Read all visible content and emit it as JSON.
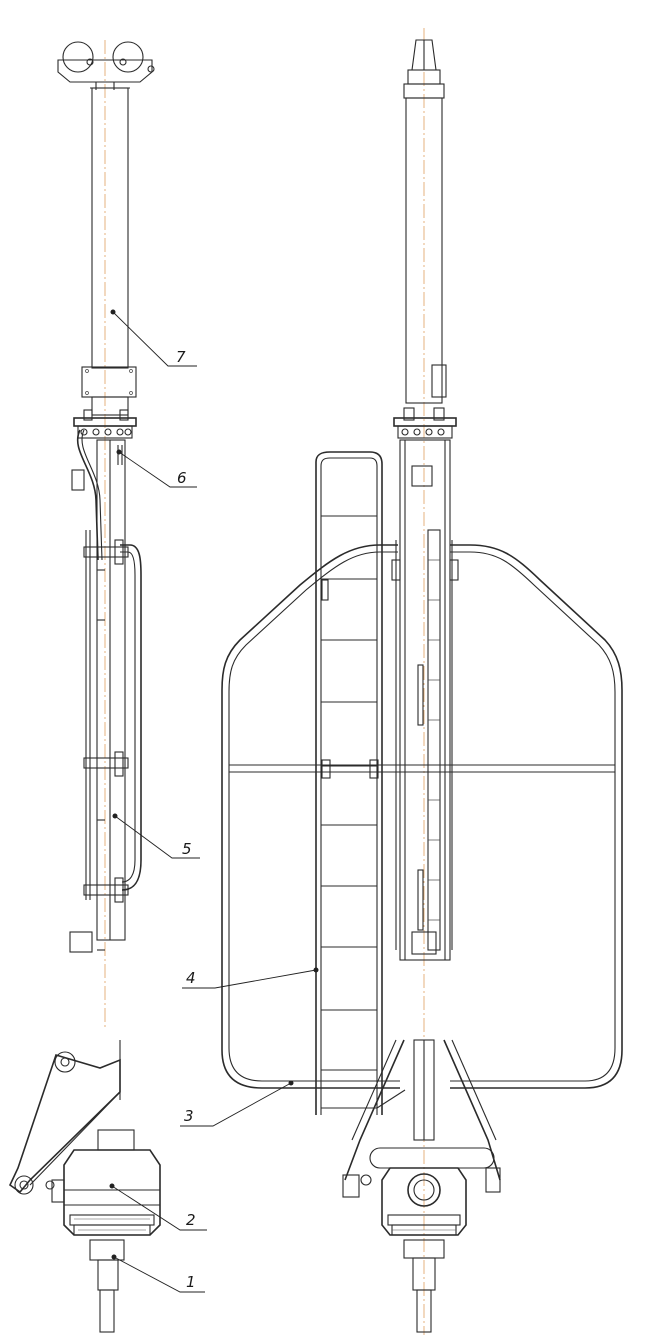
{
  "callouts": [
    {
      "id": "1",
      "label": "1"
    },
    {
      "id": "2",
      "label": "2"
    },
    {
      "id": "3",
      "label": "3"
    },
    {
      "id": "4",
      "label": "4"
    },
    {
      "id": "5",
      "label": "5"
    },
    {
      "id": "6",
      "label": "6"
    },
    {
      "id": "7",
      "label": "7"
    }
  ],
  "colors": {
    "line": "#2b2b2b",
    "axis": "#e0a060",
    "background": "#ffffff"
  }
}
